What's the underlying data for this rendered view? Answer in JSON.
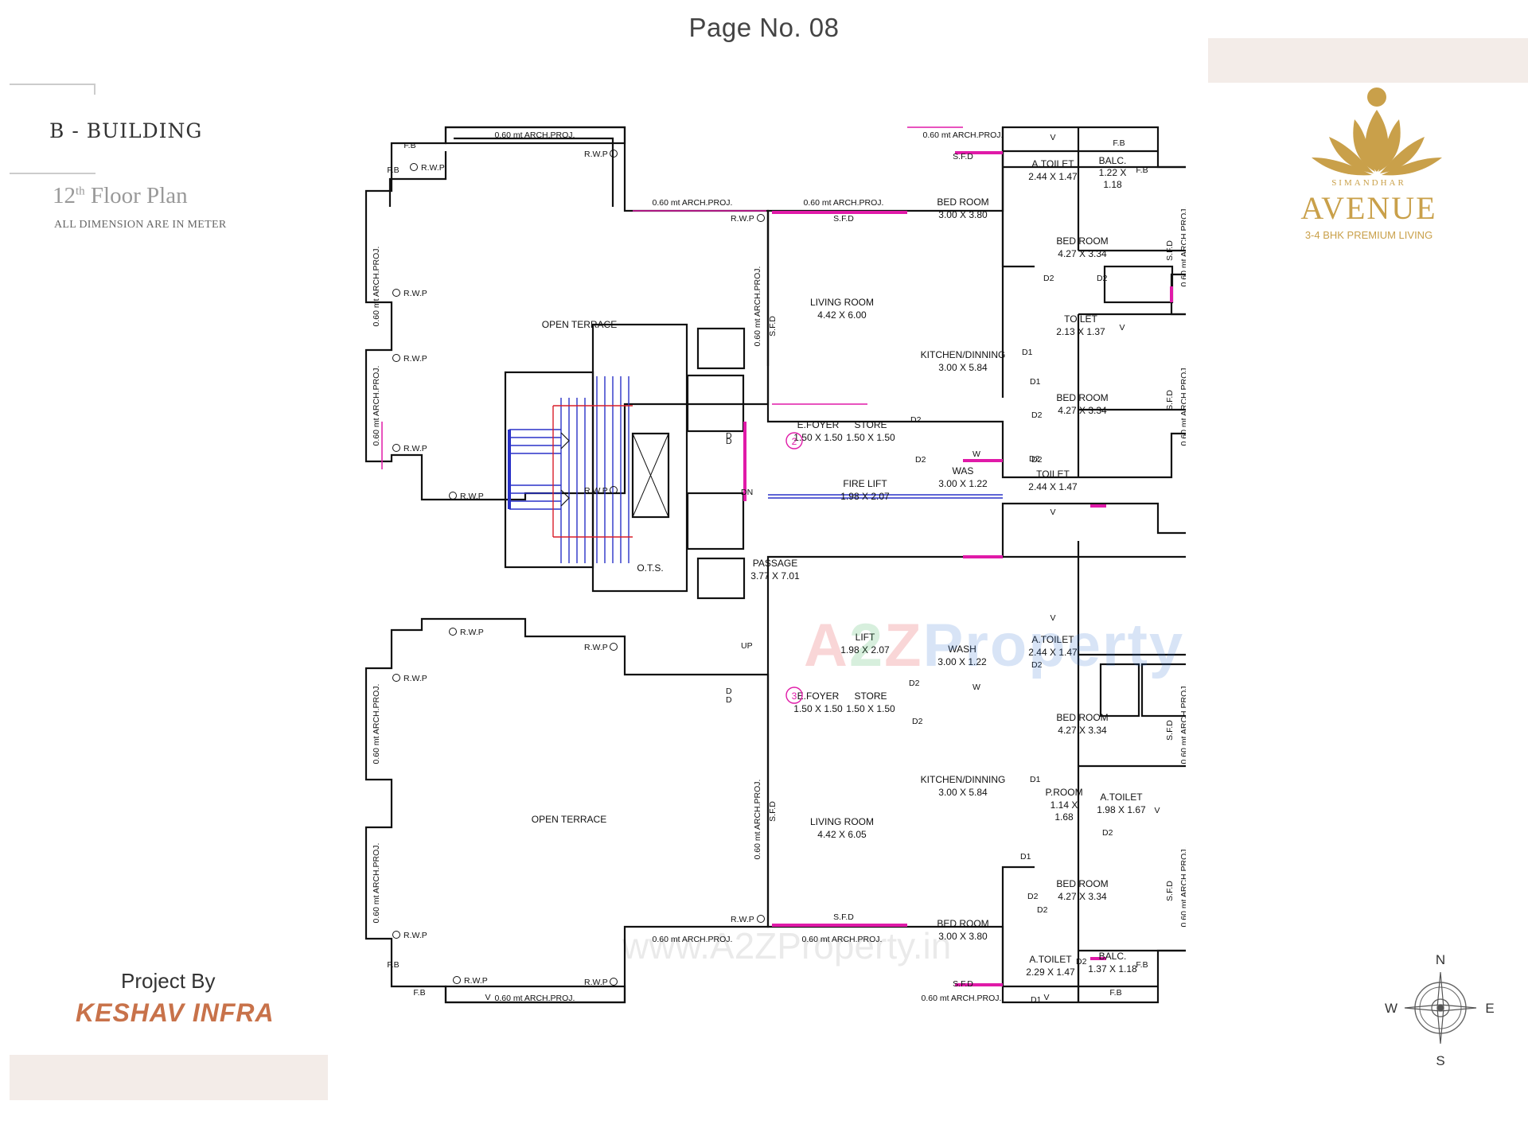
{
  "header": {
    "page_no": "Page No. 08"
  },
  "side": {
    "building": "B - BUILDING",
    "floor_num": "12",
    "floor_sup": "th",
    "floor_text": " Floor Plan",
    "dims_note": "ALL DIMENSION ARE IN METER"
  },
  "brand": {
    "small": "SIMANDHAR",
    "name": "AVENUE",
    "tagline": "3-4 BHK PREMIUM LIVING",
    "color": "#c9a04a"
  },
  "footer": {
    "project_by": "Project By",
    "builder": "KESHAV INFRA",
    "builder_color": "#c8724a"
  },
  "compass": {
    "n": "N",
    "s": "S",
    "e": "E",
    "w": "W"
  },
  "watermark": {
    "logo_a": "A",
    "logo_2": "2",
    "logo_z": "Z",
    "logo_rest": "Property",
    "url": "www.A2ZProperty.in"
  },
  "plan": {
    "arch_proj": "0.60 mt ARCH.PROJ.",
    "fb": "F.B",
    "rwp": "R.W.P",
    "sfd": "S.F.D",
    "v": "V",
    "w": "W",
    "d": "D",
    "d1": "D1",
    "d2": "D2",
    "dn": "DN",
    "up": "UP",
    "ots": "O.T.S.",
    "rooms": {
      "open_terrace_top": {
        "name": "OPEN TERRACE"
      },
      "open_terrace_bottom": {
        "name": "OPEN TERRACE"
      },
      "passage": {
        "name": "PASSAGE",
        "size": "3.77 X 7.01"
      },
      "efoyer_top": {
        "name": "E.FOYER",
        "size": "1.50 X 1.50"
      },
      "store_top": {
        "name": "STORE",
        "size": "1.50 X 1.50"
      },
      "fire_lift": {
        "name": "FIRE LIFT",
        "size": "1.98 X 2.07"
      },
      "was_top": {
        "name": "WAS",
        "size": "3.00 X 1.22"
      },
      "lift": {
        "name": "LIFT",
        "size": "1.98 X 2.07"
      },
      "wash_bottom": {
        "name": "WASH",
        "size": "3.00 X 1.22"
      },
      "efoyer_bottom": {
        "name": "E.FOYER",
        "size": "1.50 X 1.50"
      },
      "store_bottom": {
        "name": "STORE",
        "size": "1.50 X 1.50"
      },
      "living_top": {
        "name": "LIVING ROOM",
        "size": "4.42 X 6.00"
      },
      "kitchen_top": {
        "name": "KITCHEN/DINNING",
        "size": "3.00 X 5.84"
      },
      "bed1_top": {
        "name": "BED ROOM",
        "size": "3.00 X 3.80"
      },
      "atoilet1_top": {
        "name": "A.TOILET",
        "size": "2.44 X 1.47"
      },
      "balc_top": {
        "name": "BALC.",
        "size1": "1.22 X",
        "size2": "1.18"
      },
      "bed2_top": {
        "name": "BED ROOM",
        "size": "4.27 X 3.34"
      },
      "toilet_mid_top": {
        "name": "TOILET",
        "size": "2.13 X 1.37"
      },
      "bed3_top": {
        "name": "BED ROOM",
        "size": "4.27 X 3.34"
      },
      "toilet_top": {
        "name": "TOILET",
        "size": "2.44 X 1.47"
      },
      "atoilet_b1": {
        "name": "A.TOILET",
        "size": "2.44 X 1.47"
      },
      "bed1_bottom": {
        "name": "BED ROOM",
        "size": "4.27 X 3.34"
      },
      "kitchen_bottom": {
        "name": "KITCHEN/DINNING",
        "size": "3.00 X 5.84"
      },
      "proom": {
        "name": "P.ROOM",
        "size1": "1.14 X",
        "size2": "1.68"
      },
      "atoilet_b2": {
        "name": "A.TOILET",
        "size": "1.98 X 1.67"
      },
      "living_bottom": {
        "name": "LIVING ROOM",
        "size": "4.42 X 6.05"
      },
      "bed2_bottom": {
        "name": "BED ROOM",
        "size": "4.27 X 3.34"
      },
      "bed3_bottom": {
        "name": "BED ROOM",
        "size": "3.00 X 3.80"
      },
      "atoilet_b3": {
        "name": "A.TOILET",
        "size": "2.29 X 1.47"
      },
      "balc_bottom": {
        "name": "BALC.",
        "size": "1.37 X 1.18"
      }
    },
    "markers": {
      "two": "2",
      "three": "3"
    }
  }
}
